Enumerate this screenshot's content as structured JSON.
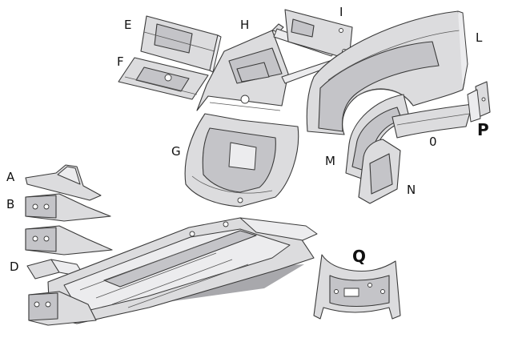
{
  "labels": {
    "A": "A",
    "B": "B",
    "D": "D",
    "E": "E",
    "F": "F",
    "G": "G",
    "H": "H",
    "I": "I",
    "L": "L",
    "M": "M",
    "N": "N",
    "O": "0",
    "P": "P",
    "Q": "Q"
  }
}
